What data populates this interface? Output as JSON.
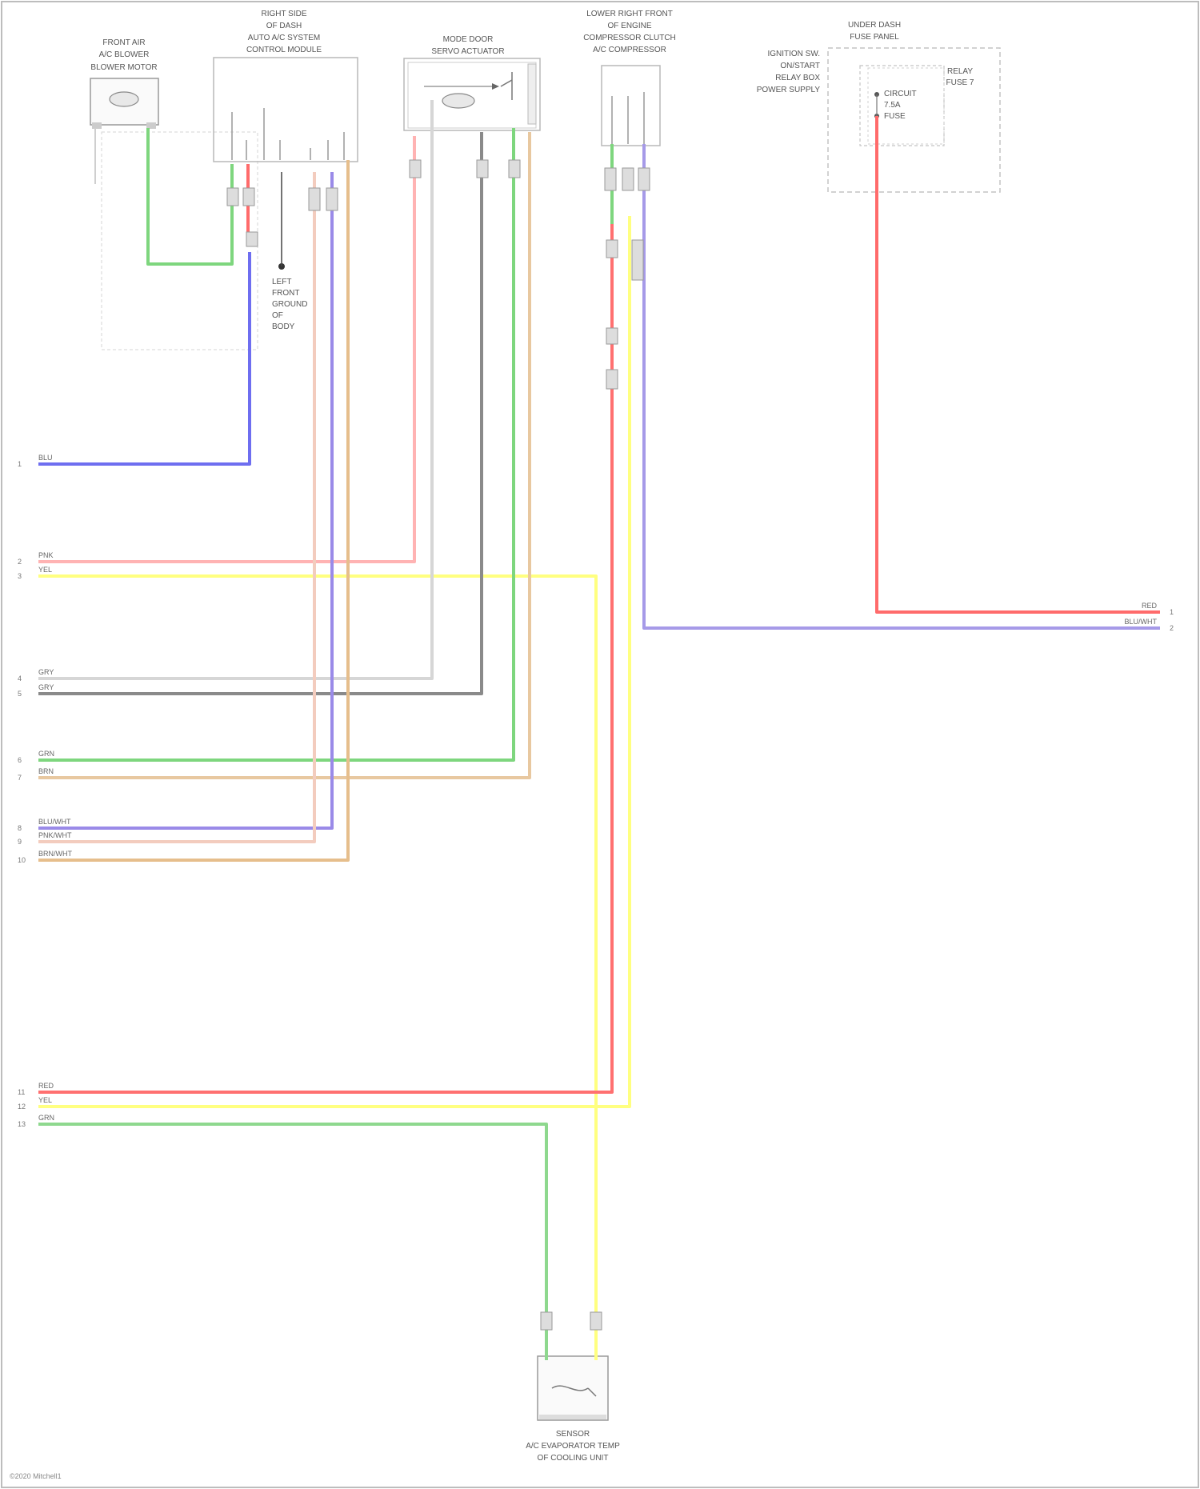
{
  "components": {
    "blower_motor": [
      "FRONT AIR",
      "A/C BLOWER",
      "BLOWER MOTOR"
    ],
    "control_module": [
      "RIGHT SIDE",
      "OF DASH",
      "AUTO A/C SYSTEM",
      "CONTROL MODULE"
    ],
    "servo_actuator": [
      "MODE DOOR",
      "SERVO ACTUATOR"
    ],
    "compressor": [
      "LOWER RIGHT FRONT",
      "OF ENGINE",
      "COMPRESSOR CLUTCH",
      "A/C COMPRESSOR"
    ],
    "fuse_panel": [
      "UNDER DASH",
      "FUSE PANEL"
    ],
    "relay_fuse": [
      "RELAY",
      "FUSE 7"
    ],
    "fuse_side": [
      "IGNITION SW.",
      "ON/START",
      "RELAY BOX",
      "POWER SUPPLY"
    ],
    "circuit_box": [
      "CIRCUIT",
      "7.5A",
      "FUSE"
    ],
    "ground_note": [
      "LEFT",
      "FRONT",
      "GROUND",
      "OF",
      "BODY"
    ],
    "sensor": [
      "SENSOR",
      "A/C EVAPORATOR TEMP",
      "OF COOLING UNIT"
    ]
  },
  "left_connector": {
    "pins": [
      "1",
      "2",
      "3",
      "4",
      "5",
      "6",
      "7",
      "8",
      "9",
      "10",
      "11",
      "12",
      "13"
    ],
    "wire_labels": [
      "BLU",
      "PNK",
      "YEL",
      "GRY",
      "GRY",
      "GRN",
      "BRN",
      "BLU/WHT",
      "PNK/WHT",
      "BRN/WHT",
      "RED",
      "YEL",
      "GRN"
    ]
  },
  "right_connector": {
    "pins": [
      "1",
      "2"
    ],
    "wire_labels": [
      "RED",
      "BLU/WHT"
    ]
  },
  "footer": "©2020 Mitchell1"
}
